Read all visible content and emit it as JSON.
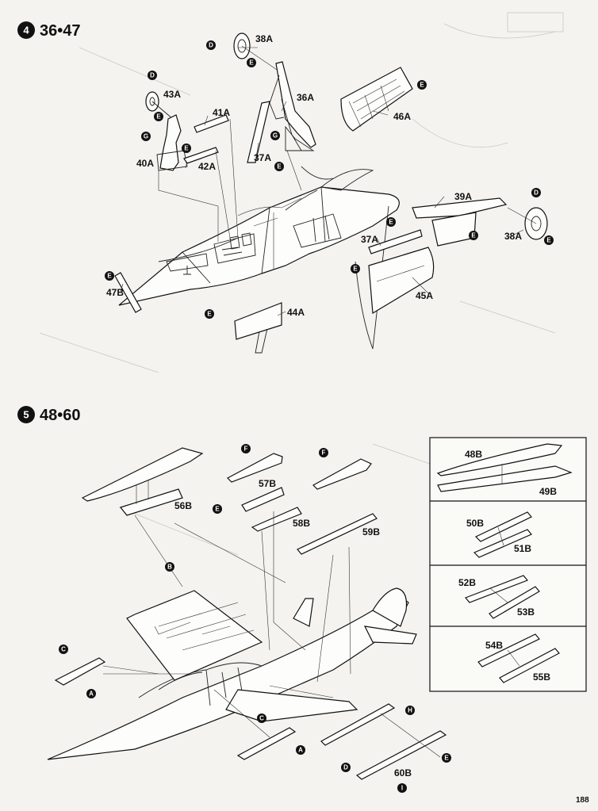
{
  "steps": [
    {
      "number": "4",
      "range": "36•47"
    },
    {
      "number": "5",
      "range": "48•60"
    }
  ],
  "step4_parts": [
    "38A",
    "43A",
    "41A",
    "36A",
    "46A",
    "40A",
    "42A",
    "37A",
    "39A",
    "38A",
    "37A",
    "47B",
    "44A",
    "45A"
  ],
  "step5_parts": [
    "56B",
    "57B",
    "58B",
    "59B",
    "60B"
  ],
  "inset_parts": [
    "48B",
    "49B",
    "50B",
    "51B",
    "52B",
    "53B",
    "54B",
    "55B"
  ],
  "color_codes": {
    "d": "D",
    "e": "E",
    "g": "G",
    "f": "F",
    "b": "B",
    "c": "C",
    "a": "A",
    "h": "H",
    "i": "I"
  },
  "page_number": "188",
  "colors": {
    "ink": "#111111",
    "paper": "#f4f3ef"
  }
}
